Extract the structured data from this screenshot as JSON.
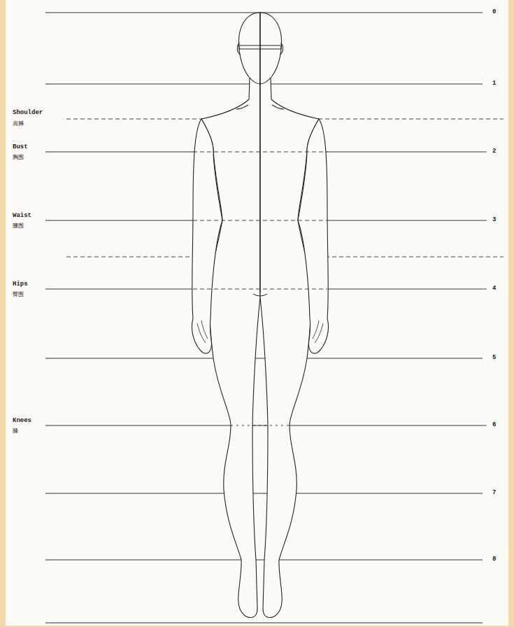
{
  "diagram": {
    "labels": [
      "Shoulder",
      "肩膊",
      "Bust",
      "胸围",
      "Waist",
      "腰围",
      "Hips",
      "臀围",
      "Knees",
      "膝",
      "0",
      "1",
      "2",
      "3",
      "4",
      "5",
      "6",
      "7",
      "8"
    ]
  }
}
